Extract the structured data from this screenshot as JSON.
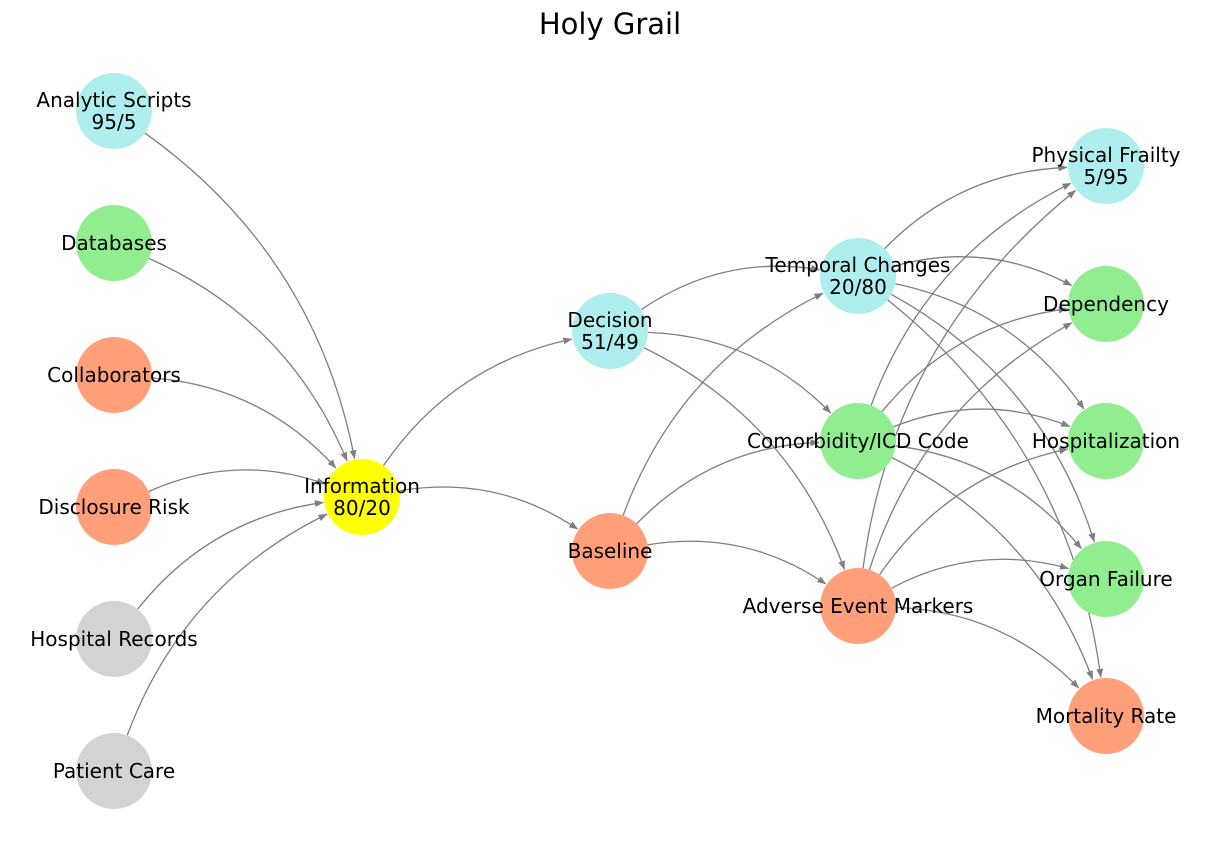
{
  "title": "Holy Grail",
  "colors": {
    "edge": "#808080",
    "gray": "#d3d3d3",
    "green": "#90ee90",
    "salmon": "#ffa07a",
    "cyan": "#afeeee",
    "yellow": "#ffff00"
  },
  "nodes": [
    {
      "id": "analytic",
      "lines": [
        "Analytic Scripts",
        "95/5"
      ],
      "color": "cyan"
    },
    {
      "id": "databases",
      "lines": [
        "Databases"
      ],
      "color": "green"
    },
    {
      "id": "collaborators",
      "lines": [
        "Collaborators"
      ],
      "color": "salmon"
    },
    {
      "id": "disclosure",
      "lines": [
        "Disclosure Risk"
      ],
      "color": "salmon"
    },
    {
      "id": "hospital_records",
      "lines": [
        "Hospital Records"
      ],
      "color": "gray"
    },
    {
      "id": "patient_care",
      "lines": [
        "Patient Care"
      ],
      "color": "gray"
    },
    {
      "id": "information",
      "lines": [
        "Information",
        "80/20"
      ],
      "color": "yellow"
    },
    {
      "id": "decision",
      "lines": [
        "Decision",
        "51/49"
      ],
      "color": "cyan"
    },
    {
      "id": "baseline",
      "lines": [
        "Baseline"
      ],
      "color": "salmon"
    },
    {
      "id": "temporal",
      "lines": [
        "Temporal Changes",
        "20/80"
      ],
      "color": "cyan"
    },
    {
      "id": "comorbidity",
      "lines": [
        "Comorbidity/ICD Code"
      ],
      "color": "green"
    },
    {
      "id": "adverse",
      "lines": [
        "Adverse Event Markers"
      ],
      "color": "salmon"
    },
    {
      "id": "frailty",
      "lines": [
        "Physical Frailty",
        "5/95"
      ],
      "color": "cyan"
    },
    {
      "id": "dependency",
      "lines": [
        "Dependency"
      ],
      "color": "green"
    },
    {
      "id": "hospitalization",
      "lines": [
        "Hospitalization"
      ],
      "color": "green"
    },
    {
      "id": "organ_failure",
      "lines": [
        "Organ Failure"
      ],
      "color": "green"
    },
    {
      "id": "mortality",
      "lines": [
        "Mortality Rate"
      ],
      "color": "salmon"
    }
  ],
  "edges": [
    [
      "analytic",
      "information"
    ],
    [
      "databases",
      "information"
    ],
    [
      "collaborators",
      "information"
    ],
    [
      "disclosure",
      "information"
    ],
    [
      "hospital_records",
      "information"
    ],
    [
      "patient_care",
      "information"
    ],
    [
      "information",
      "decision"
    ],
    [
      "information",
      "baseline"
    ],
    [
      "decision",
      "temporal"
    ],
    [
      "decision",
      "comorbidity"
    ],
    [
      "decision",
      "adverse"
    ],
    [
      "baseline",
      "temporal"
    ],
    [
      "baseline",
      "comorbidity"
    ],
    [
      "baseline",
      "adverse"
    ],
    [
      "temporal",
      "frailty"
    ],
    [
      "temporal",
      "dependency"
    ],
    [
      "temporal",
      "hospitalization"
    ],
    [
      "temporal",
      "organ_failure"
    ],
    [
      "temporal",
      "mortality"
    ],
    [
      "comorbidity",
      "frailty"
    ],
    [
      "comorbidity",
      "dependency"
    ],
    [
      "comorbidity",
      "hospitalization"
    ],
    [
      "comorbidity",
      "organ_failure"
    ],
    [
      "comorbidity",
      "mortality"
    ],
    [
      "adverse",
      "frailty"
    ],
    [
      "adverse",
      "dependency"
    ],
    [
      "adverse",
      "hospitalization"
    ],
    [
      "adverse",
      "organ_failure"
    ],
    [
      "adverse",
      "mortality"
    ]
  ]
}
